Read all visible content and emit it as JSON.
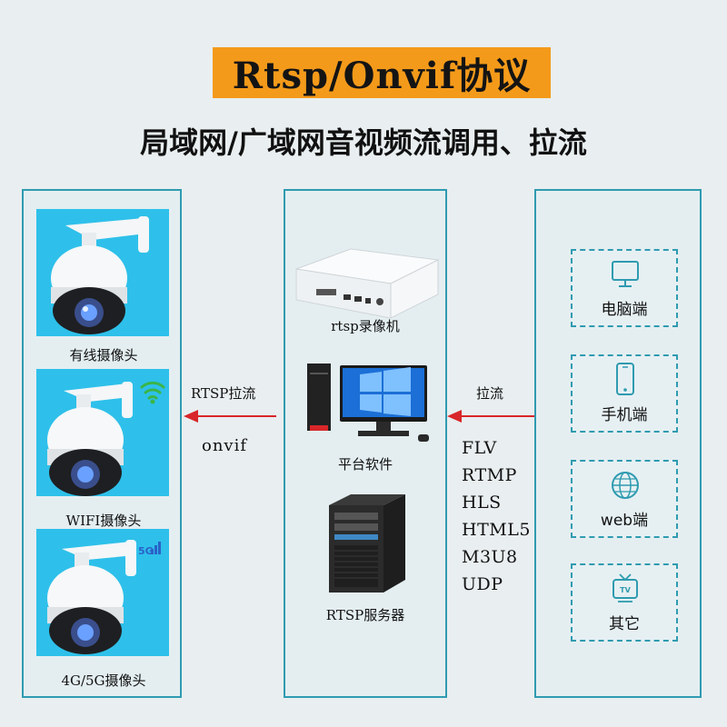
{
  "title": "Rtsp/Onvif协议",
  "subtitle": "局域网/广域网音视频流调用、拉流",
  "cameras": [
    {
      "label": "有线摄像头",
      "icon": "ptz-dome-camera-icon"
    },
    {
      "label": "WIFI摄像头",
      "icon": "wifi-camera-icon"
    },
    {
      "label": "4G/5G摄像头",
      "icon": "4g-camera-icon"
    }
  ],
  "camera_badges": {
    "signal_text": "5G"
  },
  "devices": [
    {
      "label": "rtsp录像机",
      "icon": "nvr-recorder-icon"
    },
    {
      "label": "平台软件",
      "icon": "desktop-computer-icon"
    },
    {
      "label": "RTSP服务器",
      "icon": "server-tower-icon"
    }
  ],
  "left_arrow": {
    "label": "RTSP拉流",
    "sub": "onvif"
  },
  "right_arrow": {
    "label": "拉流"
  },
  "formats": [
    "FLV",
    "RTMP",
    "HLS",
    "HTML5",
    "M3U8",
    "UDP"
  ],
  "clients": [
    {
      "label": "电脑端",
      "icon": "monitor-icon"
    },
    {
      "label": "手机端",
      "icon": "smartphone-icon"
    },
    {
      "label": "web端",
      "icon": "globe-icon"
    },
    {
      "label": "其它",
      "icon": "tv-icon"
    }
  ],
  "colors": {
    "banner": "#f49a1a",
    "panel_border": "#2f9bb0",
    "camera_bg": "#2ec0ea",
    "arrow": "#d8262a"
  }
}
